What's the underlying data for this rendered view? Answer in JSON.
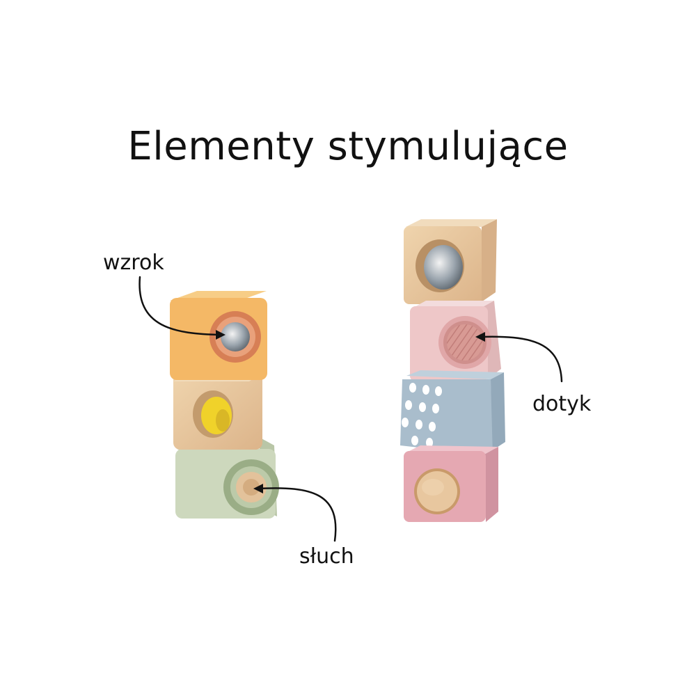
{
  "title": "Elementy stymulujące",
  "labels": {
    "wzrok": "wzrok",
    "dotyk": "dotyk",
    "sluch": "słuch"
  },
  "colors": {
    "text": "#111111",
    "background": "#ffffff",
    "orange_block": "#f4b866",
    "wood_block": "#e6c59b",
    "green_block": "#cbd6bb",
    "pink_block": "#eec7c8",
    "blue_block": "#a9bdcc",
    "dark_pink_block": "#e5a8b2"
  }
}
